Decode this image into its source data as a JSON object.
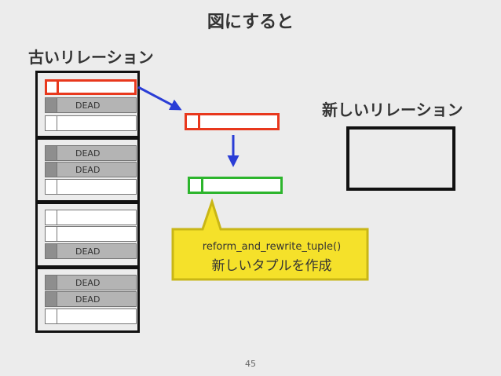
{
  "title": "図にすると",
  "old_relation_label": "古いリレーション",
  "new_relation_label": "新しいリレーション",
  "dead_label": "DEAD",
  "pages": [
    {
      "tuples": [
        {
          "state": "moving",
          "text": ""
        },
        {
          "state": "dead",
          "text": "DEAD"
        },
        {
          "state": "live",
          "text": ""
        }
      ]
    },
    {
      "tuples": [
        {
          "state": "dead",
          "text": "DEAD"
        },
        {
          "state": "dead",
          "text": "DEAD"
        },
        {
          "state": "live",
          "text": ""
        }
      ]
    },
    {
      "tuples": [
        {
          "state": "live",
          "text": ""
        },
        {
          "state": "live",
          "text": ""
        },
        {
          "state": "dead",
          "text": "DEAD"
        }
      ]
    },
    {
      "tuples": [
        {
          "state": "dead",
          "text": "DEAD"
        },
        {
          "state": "dead",
          "text": "DEAD"
        },
        {
          "state": "live",
          "text": ""
        }
      ]
    }
  ],
  "callout": {
    "function": "reform_and_rewrite_tuple()",
    "description": "新しいタプルを作成"
  },
  "colors": {
    "old_tuple_border": "#e8381d",
    "new_tuple_border": "#2db52d",
    "arrow": "#2a3dd6",
    "callout_fill": "#f5e12a",
    "callout_border": "#c9b616"
  },
  "page_number": "45"
}
